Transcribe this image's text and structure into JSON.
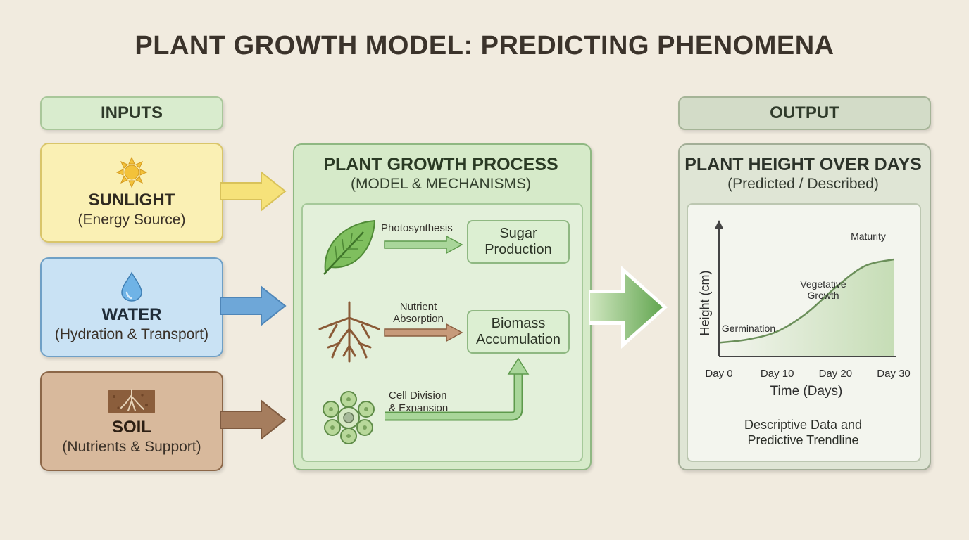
{
  "title": "PLANT GROWTH MODEL: PREDICTING PHENOMENA",
  "inputs": {
    "header": "INPUTS",
    "items": [
      {
        "name": "SUNLIGHT",
        "desc": "(Energy Source)",
        "icon": "sun-icon",
        "bg": "#faf0b4",
        "border": "#d9c56a",
        "arrow": "#f4e07a"
      },
      {
        "name": "WATER",
        "desc": "(Hydration & Transport)",
        "icon": "water-drop-icon",
        "bg": "#c9e2f4",
        "border": "#6fa0c6",
        "arrow": "#6ea7d8"
      },
      {
        "name": "SOIL",
        "desc": "(Nutrients & Support)",
        "icon": "soil-roots-icon",
        "bg": "#d8b99c",
        "border": "#8c6748",
        "arrow": "#a57d5e"
      }
    ]
  },
  "process": {
    "title": "PLANT GROWTH PROCESS",
    "subtitle": "(MODEL & MECHANISMS)",
    "steps": [
      {
        "label": "Photosynthesis",
        "icon": "leaf-icon"
      },
      {
        "label_line1": "Nutrient",
        "label_line2": "Absorption",
        "icon": "roots-icon"
      },
      {
        "label_line1": "Cell Division",
        "label_line2": "& Expansion",
        "icon": "cell-icon"
      }
    ],
    "results": [
      {
        "line1": "Sugar",
        "line2": "Production"
      },
      {
        "line1": "Biomass",
        "line2": "Accumulation"
      }
    ]
  },
  "output": {
    "header": "OUTPUT",
    "title": "PLANT HEIGHT OVER DAYS",
    "subtitle": "(Predicted / Described)",
    "caption_line1": "Descriptive Data and",
    "caption_line2": "Predictive Trendline"
  },
  "chart_data": {
    "type": "area",
    "xlabel": "Time (Days)",
    "ylabel": "Height (cm)",
    "x_ticks": [
      "Day 0",
      "Day 10",
      "Day 20",
      "Day 30"
    ],
    "x": [
      0,
      5,
      10,
      15,
      20,
      25,
      30
    ],
    "y": [
      6,
      9,
      16,
      32,
      55,
      74,
      80
    ],
    "ylim": [
      0,
      100
    ],
    "xlim": [
      0,
      30
    ],
    "annotations": [
      {
        "text_line1": "Germination",
        "x": 3
      },
      {
        "text_line1": "Vegetative",
        "text_line2": "Growth",
        "x": 15
      },
      {
        "text_line1": "Maturity",
        "x": 28
      }
    ],
    "line_color": "#6b8f5a",
    "fill_color": "#cfe3c3"
  }
}
